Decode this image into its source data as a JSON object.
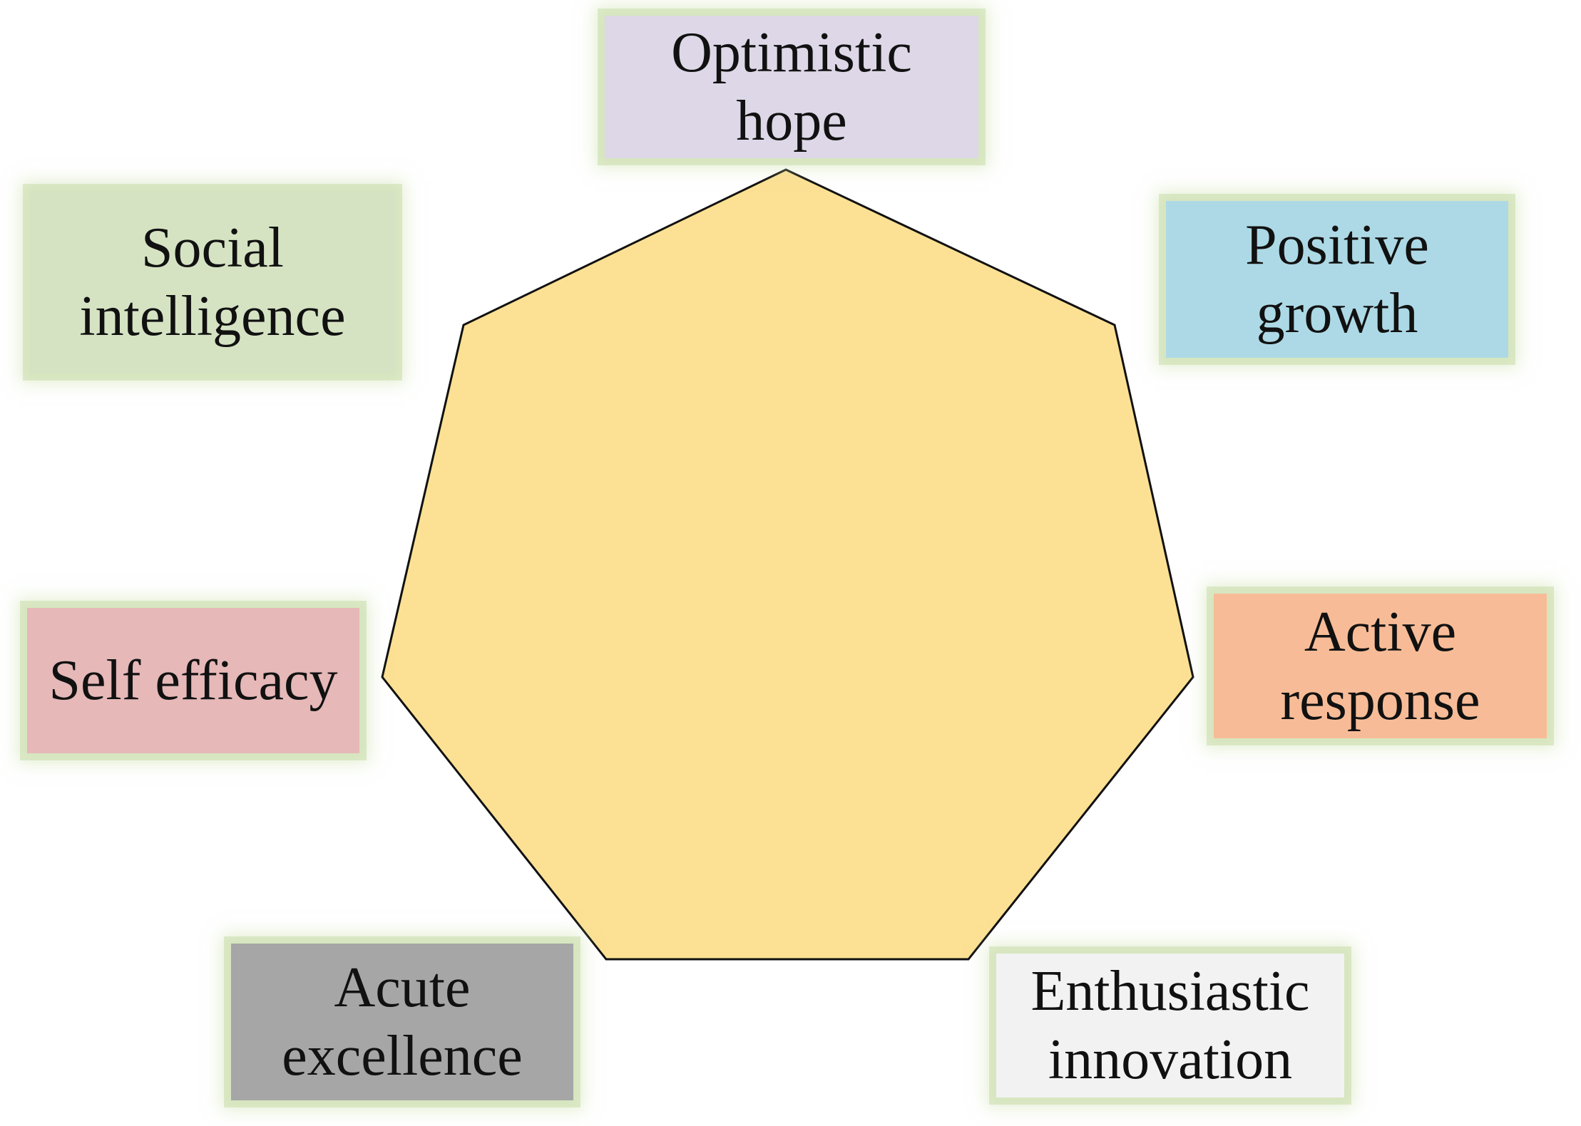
{
  "diagram": {
    "center_shape": {
      "shape": "heptagon",
      "fill": "#FCE194",
      "stroke": "#111111"
    },
    "labels": [
      {
        "id": "optimistic",
        "text": "Optimistic\nhope",
        "fill": "#DDD7E7"
      },
      {
        "id": "positive",
        "text": "Positive\ngrowth",
        "fill": "#ADD9E6"
      },
      {
        "id": "active",
        "text": "Active\nresponse",
        "fill": "#F7BC97"
      },
      {
        "id": "enthus",
        "text": "Enthusiastic\ninnovation",
        "fill": "#F2F2F2"
      },
      {
        "id": "acute",
        "text": "Acute\nexcellence",
        "fill": "#A6A6A6"
      },
      {
        "id": "self",
        "text": "Self efficacy",
        "fill": "#E6B8B8"
      },
      {
        "id": "social",
        "text": "Social\nintelligence",
        "fill": "#D5E3C3"
      }
    ]
  }
}
